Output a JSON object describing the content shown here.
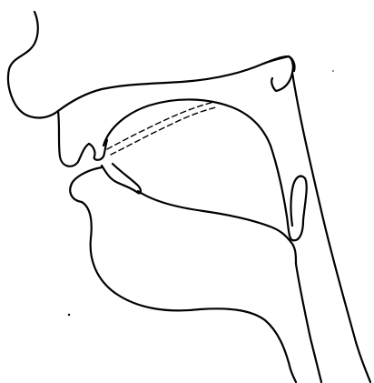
{
  "figure": {
    "subject": "sagittal-section-vocal-tract",
    "line_color": "#000000",
    "background_color": "#ffffff",
    "parts": [
      "nose-outline",
      "upper-lip",
      "upper-teeth",
      "hard-palate",
      "velum-raised",
      "velum-lowered-dashed",
      "uvula",
      "lower-teeth",
      "lower-lip",
      "tongue",
      "jaw-and-throat",
      "pharynx-back-wall",
      "epiglottis"
    ]
  }
}
